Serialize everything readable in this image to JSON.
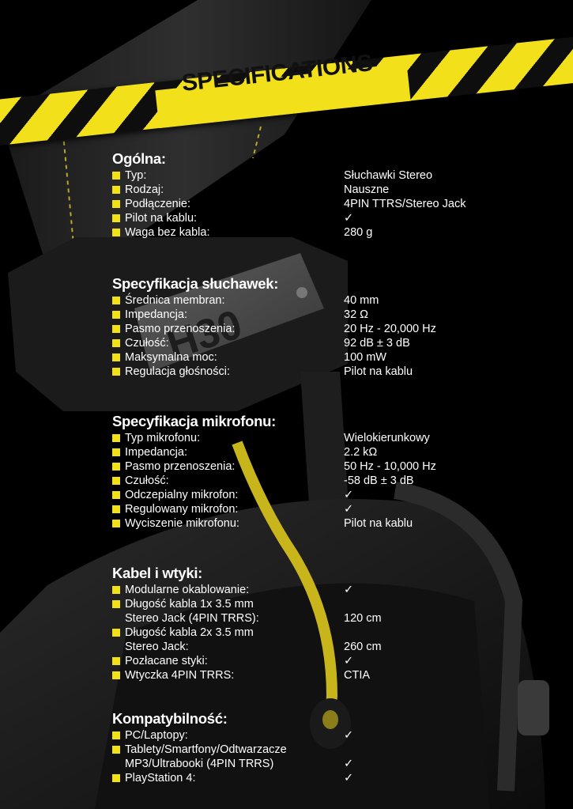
{
  "header": {
    "title": "SPECIFICATIONS"
  },
  "colors": {
    "accent_yellow": "#f2e01a",
    "background": "#000000",
    "text": "#ffffff"
  },
  "icons": {
    "bullet": "yellow-square-icon",
    "check": "check-icon"
  },
  "sections": [
    {
      "title": "Ogólna:",
      "rows": [
        {
          "label": "Typ:",
          "value": "Słuchawki Stereo"
        },
        {
          "label": "Rodzaj:",
          "value": "Nauszne"
        },
        {
          "label": "Podłączenie:",
          "value": "4PIN TTRS/Stereo Jack"
        },
        {
          "label": "Pilot na kablu:",
          "value": "✓"
        },
        {
          "label": "Waga bez kabla:",
          "value": "280 g"
        }
      ]
    },
    {
      "title": "Specyfikacja słuchawek:",
      "rows": [
        {
          "label": "Średnica membran:",
          "value": "40 mm"
        },
        {
          "label": "Impedancja:",
          "value": "32 Ω"
        },
        {
          "label": "Pasmo przenoszenia:",
          "value": "20 Hz - 20,000 Hz"
        },
        {
          "label": "Czułość:",
          "value": "92 dB ± 3 dB"
        },
        {
          "label": "Maksymalna moc:",
          "value": "100 mW"
        },
        {
          "label": "Regulacja głośności:",
          "value": "Pilot na kablu"
        }
      ]
    },
    {
      "title": "Specyfikacja mikrofonu:",
      "rows": [
        {
          "label": "Typ mikrofonu:",
          "value": "Wielokierunkowy"
        },
        {
          "label": "Impedancja:",
          "value": "2.2 kΩ"
        },
        {
          "label": "Pasmo przenoszenia:",
          "value": "50 Hz - 10,000 Hz"
        },
        {
          "label": "Czułość:",
          "value": "-58 dB ± 3 dB"
        },
        {
          "label": "Odczepialny mikrofon:",
          "value": "✓"
        },
        {
          "label": "Regulowany mikrofon:",
          "value": "✓"
        },
        {
          "label": "Wyciszenie mikrofonu:",
          "value": "Pilot na kablu"
        }
      ]
    },
    {
      "title": "Kabel i wtyki:",
      "rows": [
        {
          "label": "Modularne okablowanie:",
          "value": "✓"
        },
        {
          "label": "Długość kabla 1x 3.5 mm\nStereo Jack (4PIN TRRS):",
          "value": "120 cm"
        },
        {
          "label": "Długość kabla 2x 3.5 mm\nStereo Jack:",
          "value": "260 cm"
        },
        {
          "label": "Pozłacane styki:",
          "value": "✓"
        },
        {
          "label": "Wtyczka 4PIN TRRS:",
          "value": "CTIA"
        }
      ]
    },
    {
      "title": "Kompatybilność:",
      "rows": [
        {
          "label": "PC/Laptopy:",
          "value": "✓"
        },
        {
          "label": "Tablety/Smartfony/Odtwarzacze\nMP3/Ultrabooki (4PIN TRRS)",
          "value": "✓"
        },
        {
          "label": "PlayStation 4:",
          "value": "✓"
        }
      ]
    }
  ],
  "product_plate": {
    "text": "H30"
  }
}
